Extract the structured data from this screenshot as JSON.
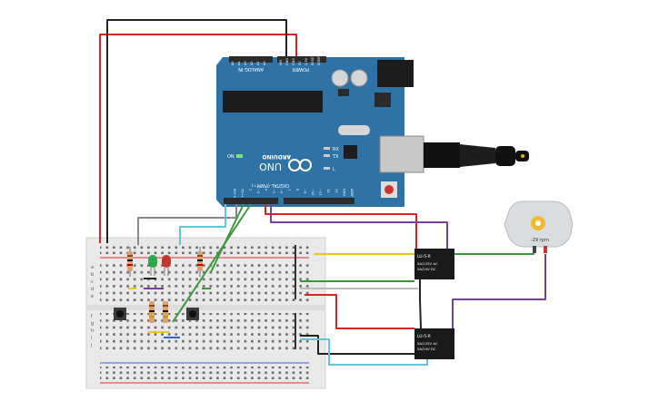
{
  "arduino": {
    "brand": "ARDUINO",
    "model": "UNO",
    "power_label": "POWER",
    "analog_label": "ANALOG IN",
    "digital_label": "DIGITAL (PWM~)",
    "on_label": "ON",
    "tx_label": "TX",
    "rx_label": "RX",
    "l_label": "L",
    "analog_pins": [
      "A5",
      "A4",
      "A3",
      "A2",
      "A1",
      "A0"
    ],
    "power_pins": [
      "VIN",
      "GND",
      "GND",
      "5V",
      "3.3V",
      "RESET",
      "IOREF"
    ],
    "digital_pins": [
      "AREF",
      "GND",
      "13",
      "12",
      "~11",
      "~10",
      "~9",
      "8",
      "7",
      "~6",
      "~5",
      "4",
      "~3",
      "2",
      "TX→1",
      "RX←0"
    ],
    "colors": {
      "board": "#2e72a6",
      "board_dark": "#1f5a86",
      "header": "#2b2b2b",
      "silk": "#ffffff"
    }
  },
  "relays": [
    {
      "id": "relay-top",
      "model": "LU-5-R",
      "spec_lines": [
        "5A/125V AC",
        "5A/24V DC"
      ]
    },
    {
      "id": "relay-bottom",
      "model": "LU-5-R",
      "spec_lines": [
        "5A/125V AC",
        "5A/24V DC"
      ]
    }
  ],
  "motor": {
    "rpm_label": "-29 rpm",
    "colors": {
      "body": "#d9dde0",
      "gear": "#f2b930"
    }
  },
  "breadboard": {
    "row_letters_top": [
      "a",
      "b",
      "c",
      "d",
      "e"
    ],
    "row_letters_bottom": [
      "f",
      "g",
      "h",
      "i",
      "j"
    ],
    "colors": {
      "body": "#e9e9e9",
      "hole": "#6b6b6b",
      "rail_red": "#d33",
      "rail_blue": "#36c"
    }
  },
  "components": {
    "leds": [
      {
        "id": "led-green",
        "color": "#2aa84a"
      },
      {
        "id": "led-red",
        "color": "#c0392b"
      }
    ],
    "buttons": [
      "pushbutton-left",
      "pushbutton-right"
    ]
  },
  "wire_colors": {
    "red": "#d22",
    "black": "#222",
    "gray": "#888",
    "cyan": "#5cc8d8",
    "green": "#3a9a3a",
    "purple": "#7b3fa0",
    "yellow": "#f0c419"
  }
}
